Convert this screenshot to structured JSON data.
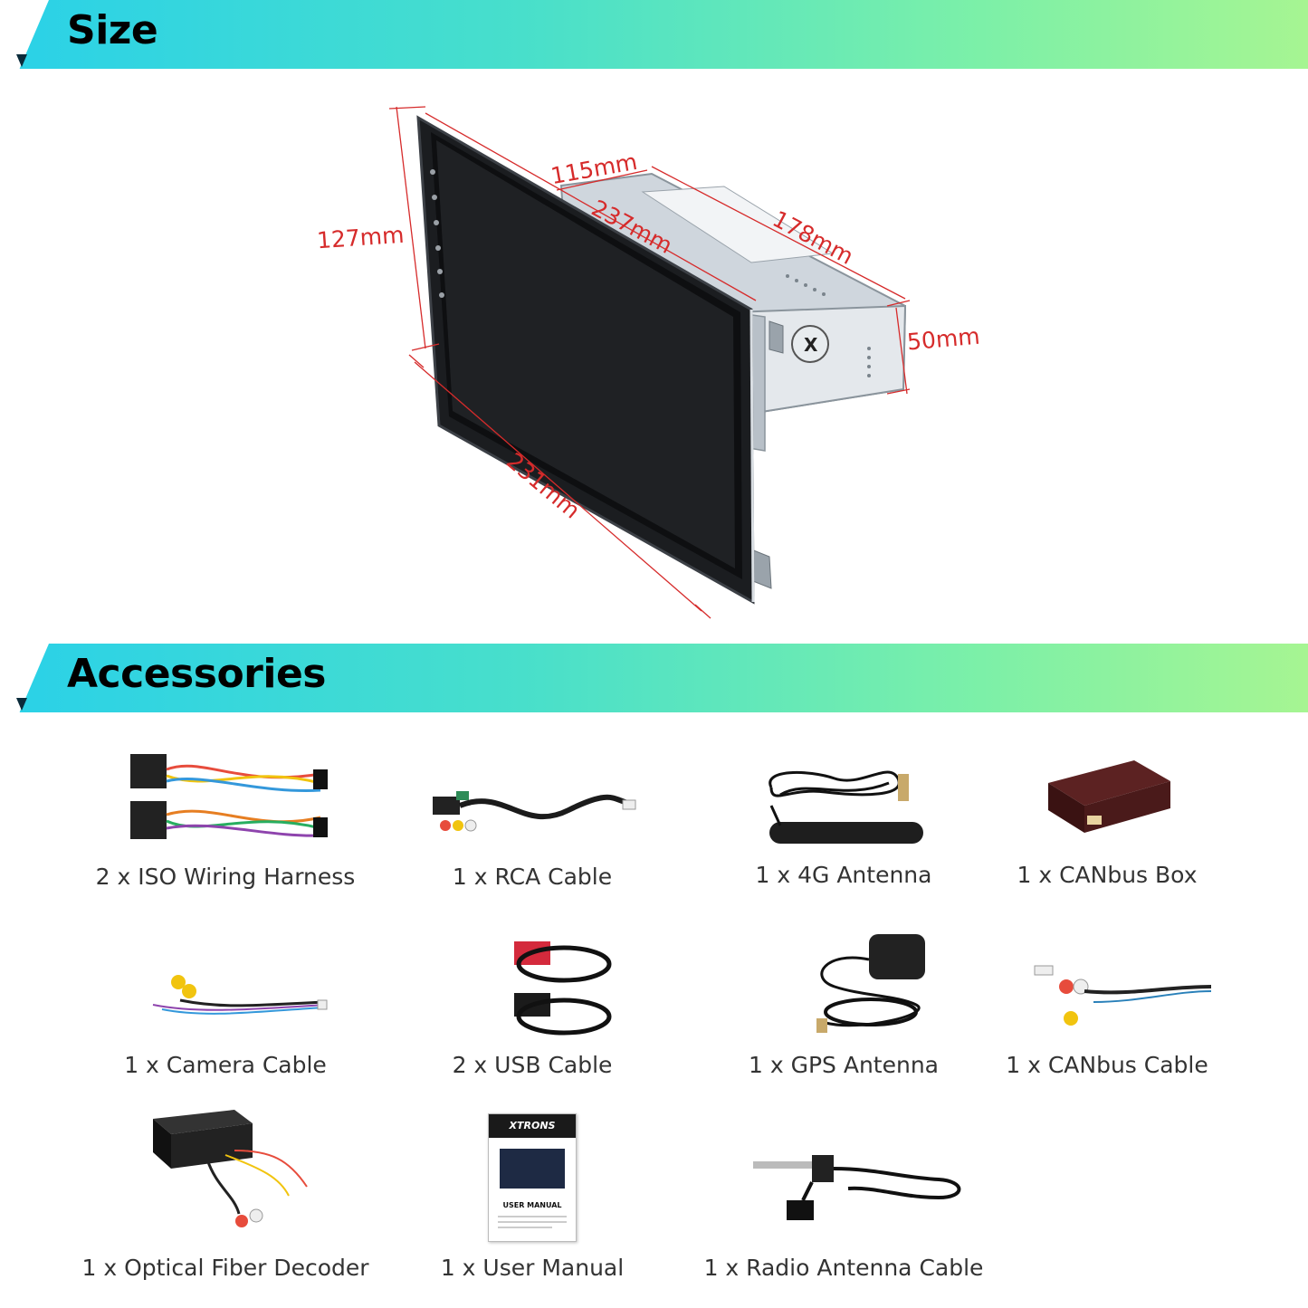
{
  "sections": {
    "size_title": "Size",
    "accessories_title": "Accessories"
  },
  "dimensions": {
    "height": "127mm",
    "depth_side": "115mm",
    "depth_top": "237mm",
    "body_length": "178mm",
    "body_height": "50mm",
    "width": "231mm"
  },
  "accessories": [
    {
      "label": "2 x ISO Wiring Harness",
      "icon": "wiring-harness-icon"
    },
    {
      "label": "1 x RCA Cable",
      "icon": "rca-cable-icon"
    },
    {
      "label": "1 x 4G Antenna",
      "icon": "4g-antenna-icon"
    },
    {
      "label": "1 x CANbus Box",
      "icon": "canbus-box-icon"
    },
    {
      "label": "1 x Camera Cable",
      "icon": "camera-cable-icon"
    },
    {
      "label": "2 x USB Cable",
      "icon": "usb-cable-icon"
    },
    {
      "label": "1 x GPS Antenna",
      "icon": "gps-antenna-icon"
    },
    {
      "label": "1 x CANbus Cable",
      "icon": "canbus-cable-icon"
    },
    {
      "label": "1 x Optical Fiber Decoder",
      "icon": "optical-decoder-icon"
    },
    {
      "label": "1 x User Manual",
      "icon": "user-manual-icon"
    },
    {
      "label": "1 x Radio Antenna Cable",
      "icon": "radio-antenna-cable-icon"
    }
  ],
  "manual": {
    "brand": "XTRONS",
    "title": "USER MANUAL"
  },
  "colors": {
    "dimension": "#d62b2b",
    "banner_start": "#2ad1e8",
    "banner_end": "#a6f592"
  }
}
